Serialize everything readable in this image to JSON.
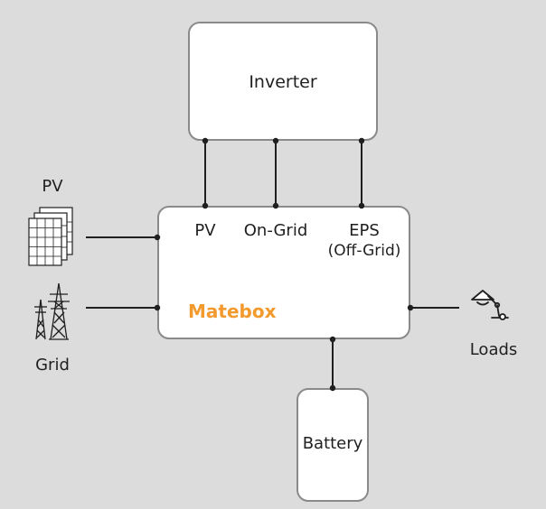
{
  "colors": {
    "background": "#dcdcdc",
    "box_fill": "#ffffff",
    "box_border": "#8a8a8a",
    "wire": "#1f1f1f",
    "accent": "#f39a2e"
  },
  "nodes": {
    "inverter": "Inverter",
    "matebox": "Matebox",
    "battery": "Battery",
    "loads": "Loads",
    "pv": "PV",
    "grid": "Grid"
  },
  "ports": {
    "pv": "PV",
    "on_grid": "On-Grid",
    "eps_line1": "EPS",
    "eps_line2": "(Off-Grid)"
  },
  "icons": {
    "pv": "solar-panel-icon",
    "grid": "power-tower-icon",
    "loads": "desk-lamp-icon"
  }
}
